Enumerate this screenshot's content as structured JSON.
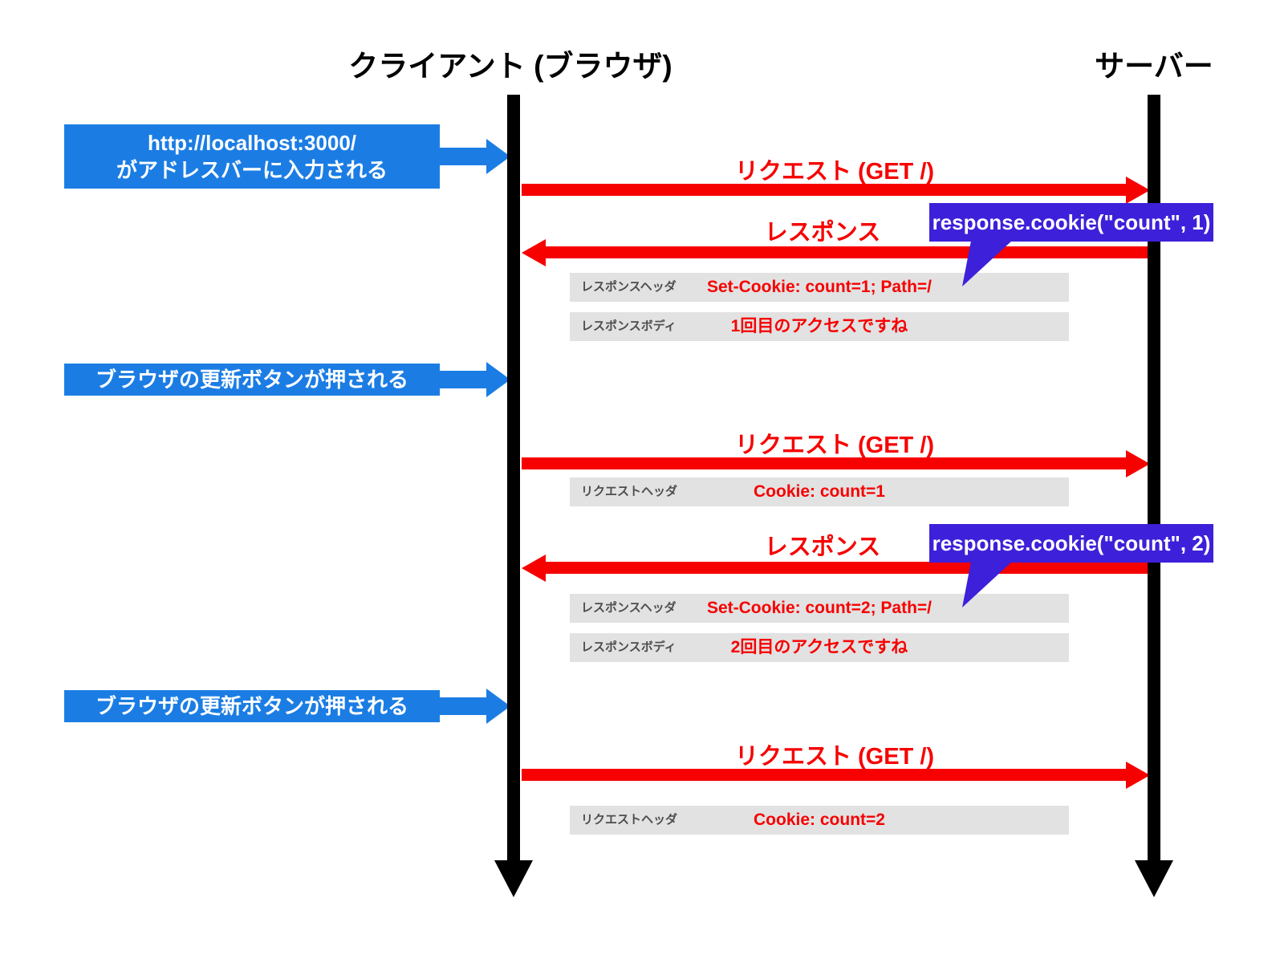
{
  "colors": {
    "blue": "#1b7de4",
    "purple": "#3d20d9",
    "red": "#f60000",
    "row_background": "#e2e2e2",
    "row_label_gray": "#4d4d4d",
    "lifeline_black": "#000000"
  },
  "participants": {
    "client": "クライアント (ブラウザ)",
    "server": "サーバー"
  },
  "labels": {
    "request": "リクエスト (GET /)",
    "response": "レスポンス"
  },
  "client_events": [
    {
      "line1": "http://localhost:3000/",
      "line2": "がアドレスバーに入力される"
    },
    {
      "line1": "ブラウザの更新ボタンが押される"
    },
    {
      "line1": "ブラウザの更新ボタンが押される"
    }
  ],
  "callouts": [
    {
      "code": "response.cookie(\"count\", 1)"
    },
    {
      "code": "response.cookie(\"count\", 2)"
    }
  ],
  "rows": [
    {
      "label": "レスポンスヘッダ",
      "value": "Set-Cookie: count=1; Path=/"
    },
    {
      "label": "レスポンスボディ",
      "value": "1回目のアクセスですね"
    },
    {
      "label": "リクエストヘッダ",
      "value": "Cookie: count=1"
    },
    {
      "label": "レスポンスヘッダ",
      "value": "Set-Cookie: count=2; Path=/"
    },
    {
      "label": "レスポンスボディ",
      "value": "2回目のアクセスですね"
    },
    {
      "label": "リクエストヘッダ",
      "value": "Cookie: count=2"
    }
  ]
}
